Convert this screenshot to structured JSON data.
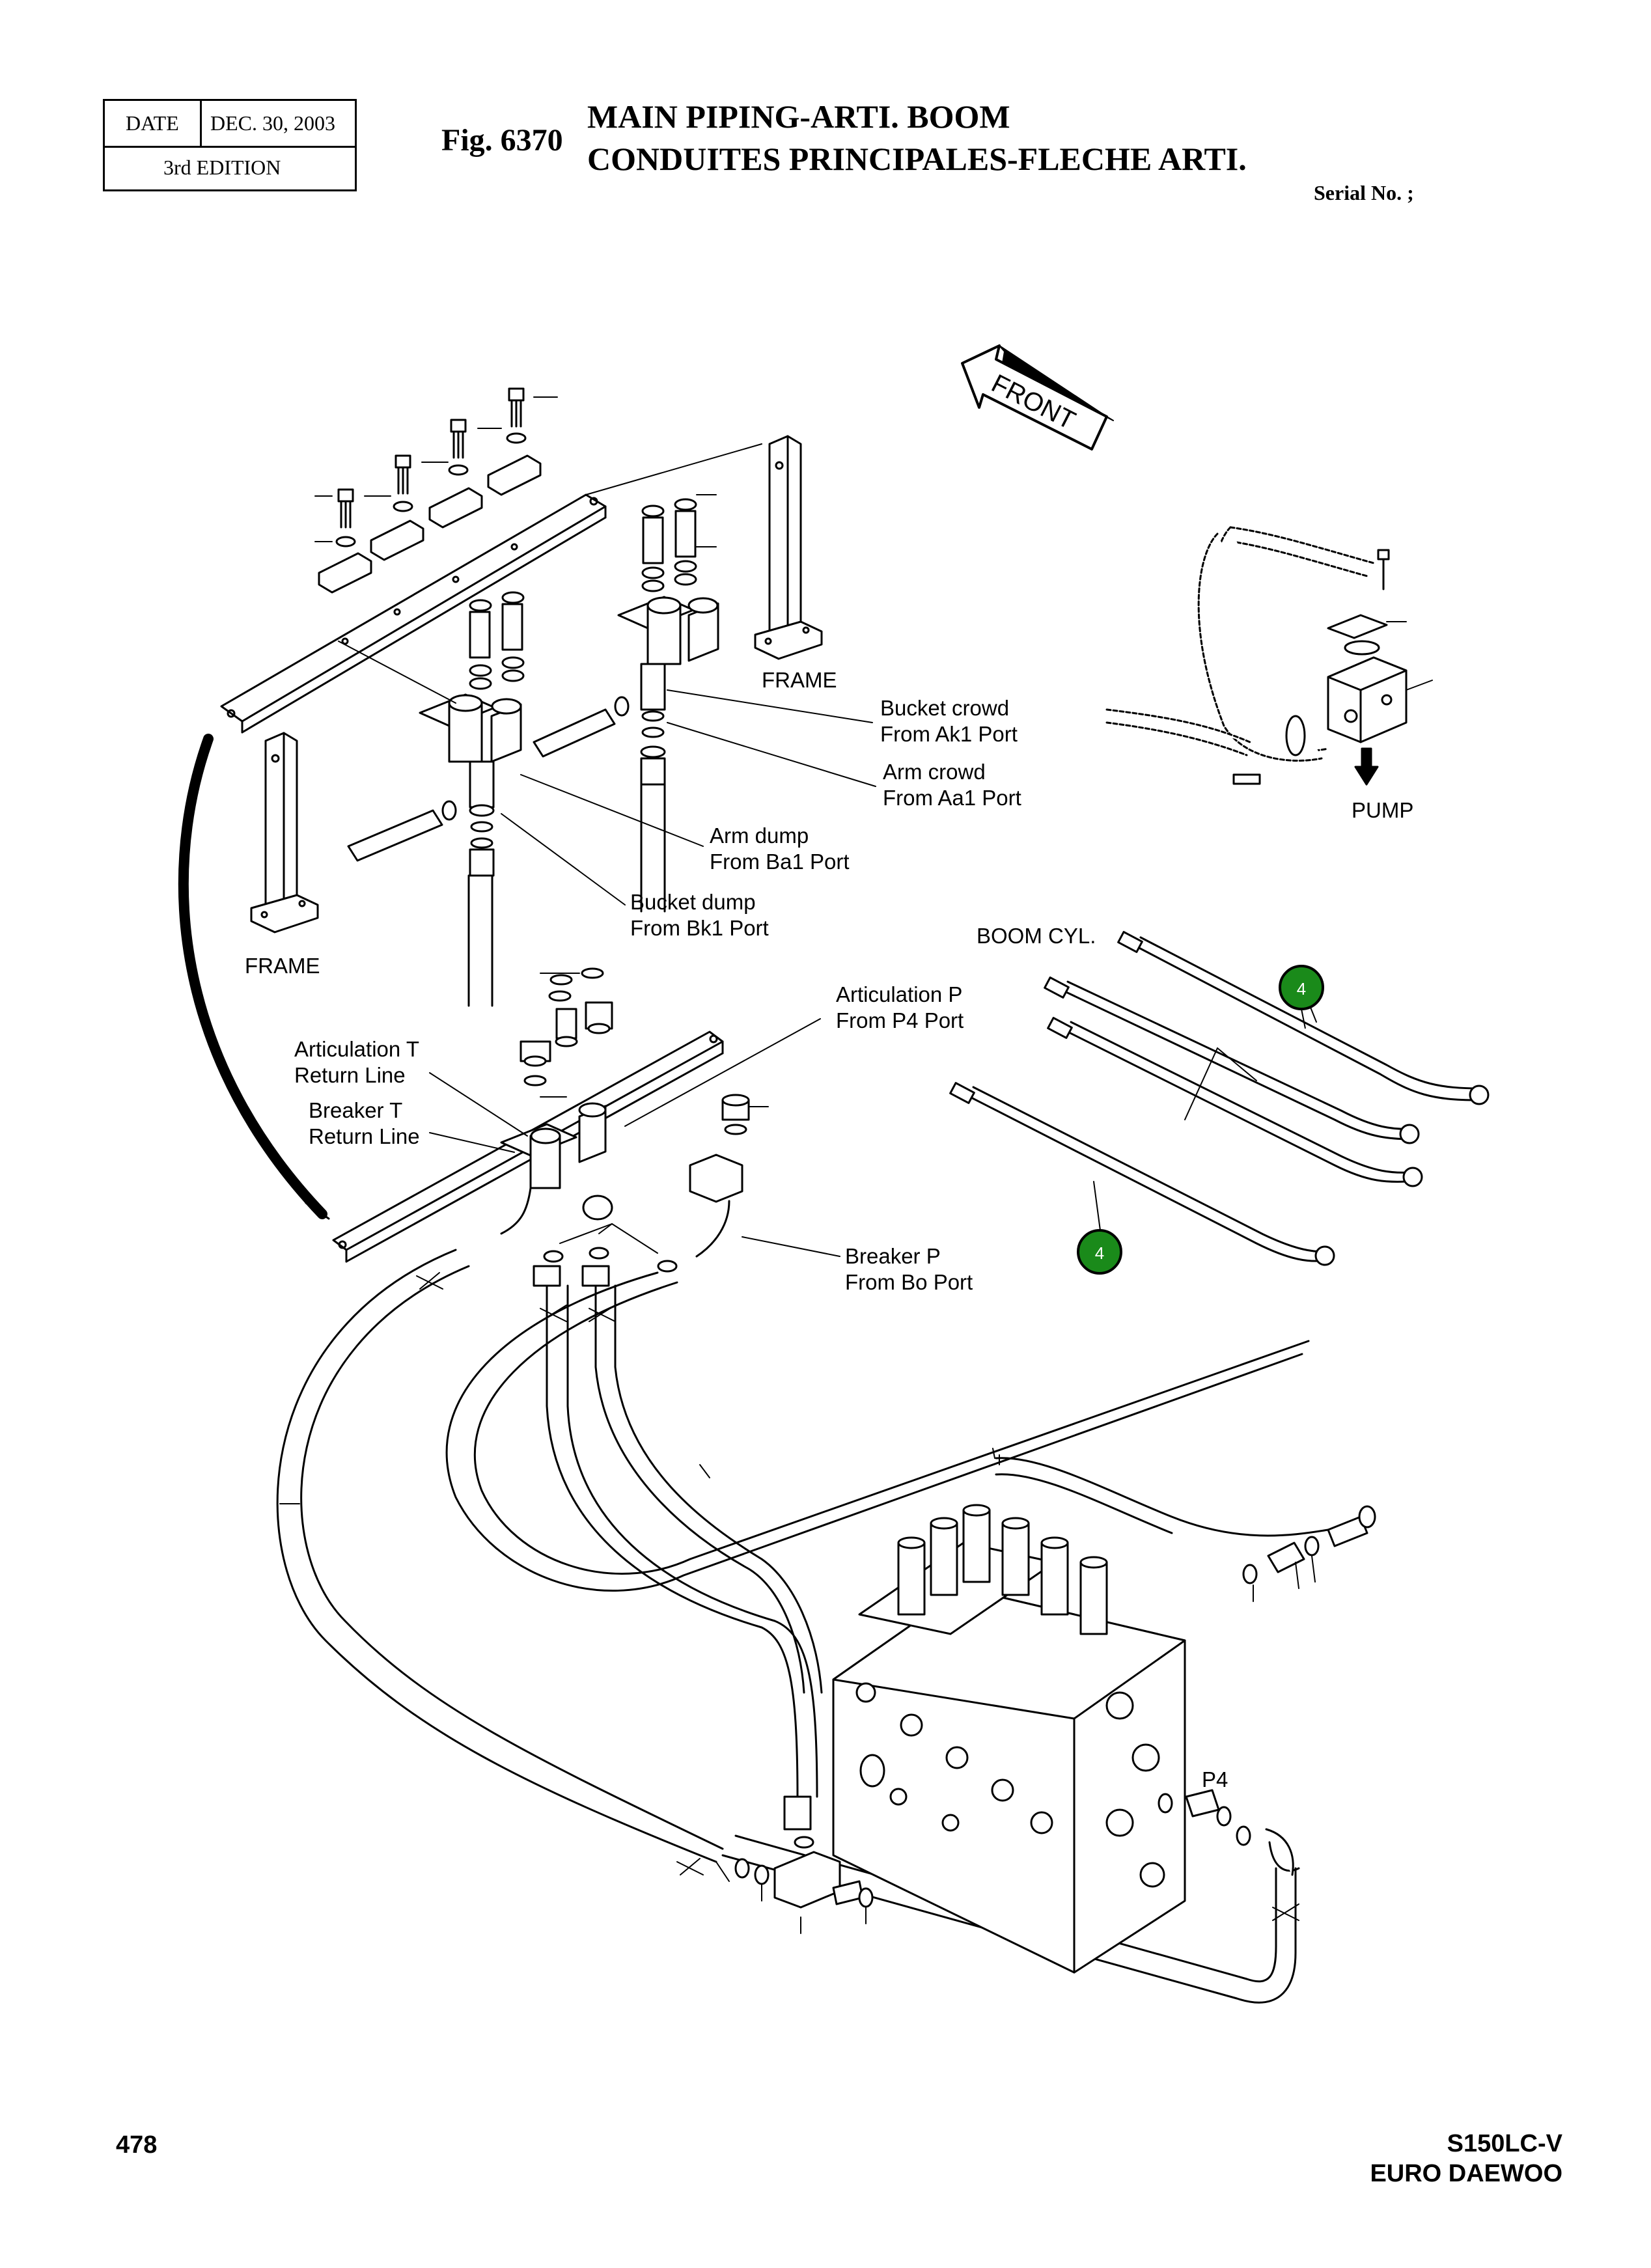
{
  "header": {
    "date_label": "DATE",
    "date_value": "DEC. 30, 2003",
    "edition": "3rd  EDITION",
    "fig_label": "Fig. 6370",
    "title_en": "MAIN PIPING-ARTI. BOOM",
    "title_fr": "CONDUITES PRINCIPALES-FLECHE ARTI.",
    "serial": "Serial No. ;"
  },
  "labels": {
    "front": "FRONT",
    "frame_upper": "FRAME",
    "frame_lower": "FRAME",
    "pump": "PUMP",
    "bucket_crowd": [
      "Bucket crowd",
      "From Ak1 Port"
    ],
    "arm_crowd": [
      "Arm crowd",
      "From Aa1 Port"
    ],
    "arm_dump": [
      "Arm dump",
      "From Ba1 Port"
    ],
    "bucket_dump": [
      "Bucket dump",
      "From Bk1 Port"
    ],
    "boom_cyl": "BOOM CYL.",
    "articulation_p": [
      "Articulation P",
      "From P4 Port"
    ],
    "articulation_t": [
      "Articulation T",
      "Return Line"
    ],
    "breaker_t": [
      "Breaker T",
      "Return Line"
    ],
    "breaker_p": [
      "Breaker P",
      "From Bo Port"
    ],
    "p4": "P4"
  },
  "callouts": [
    {
      "number": "4",
      "color": "#1a8a1a"
    },
    {
      "number": "4",
      "color": "#1a8a1a"
    }
  ],
  "footer": {
    "page": "478",
    "model": "S150LC-V",
    "brand": "EURO DAEWOO"
  }
}
